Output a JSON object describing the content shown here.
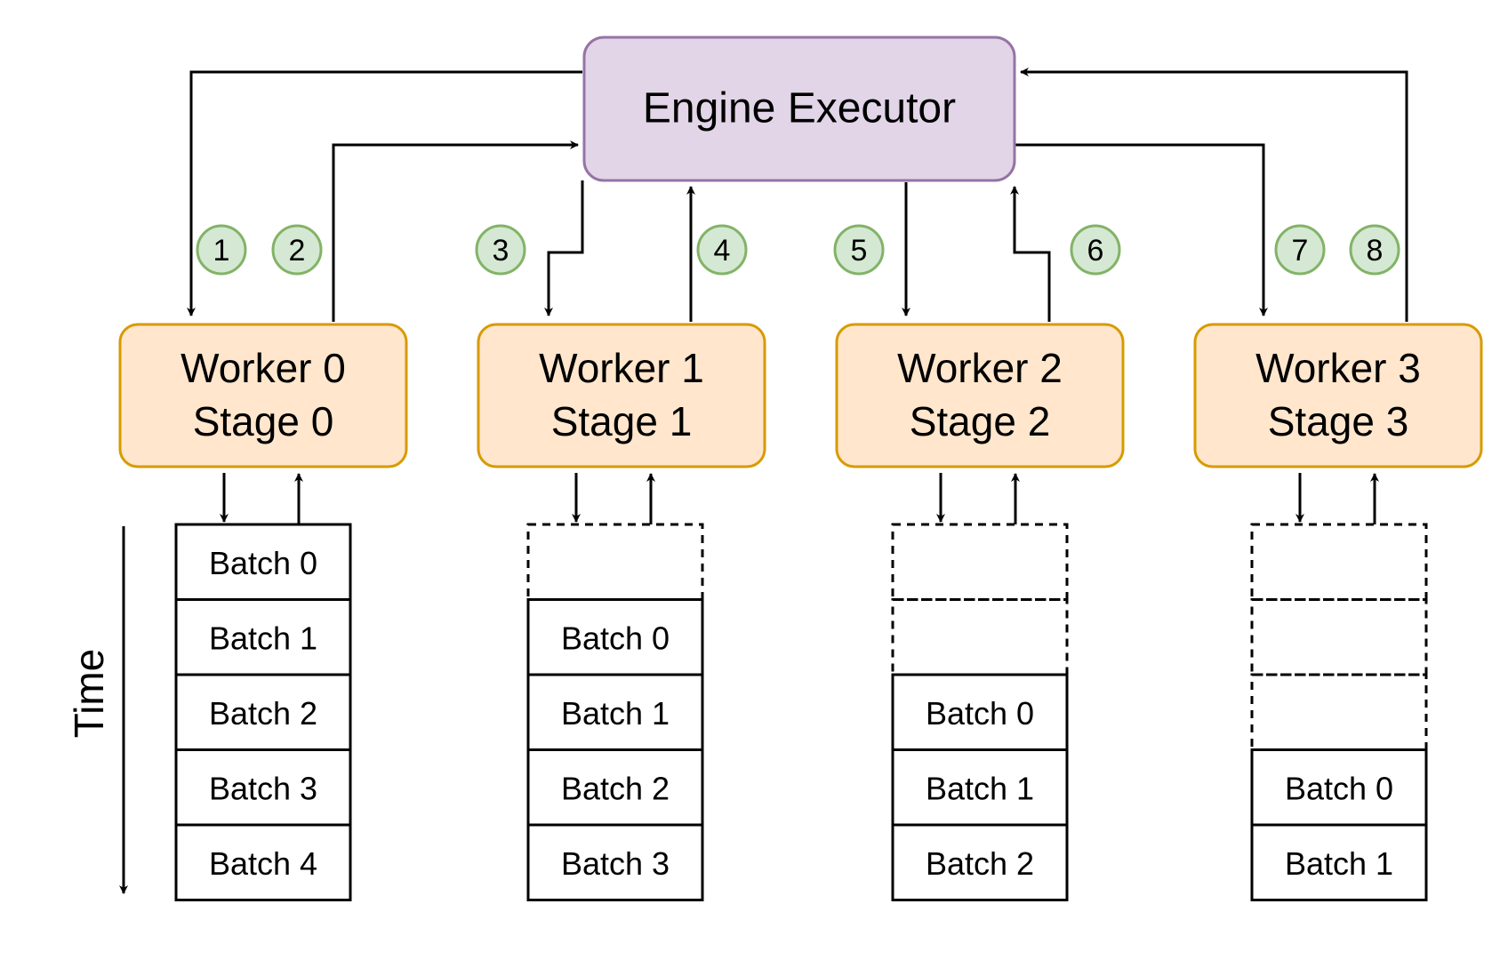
{
  "engine": {
    "label": "Engine Executor",
    "fill": "#e1d5e7",
    "stroke": "#9673a6"
  },
  "worker_style": {
    "fill": "#ffe6cc",
    "stroke": "#d79b00"
  },
  "step_style": {
    "fill": "#d5e8d4",
    "stroke": "#82b366"
  },
  "time_label": "Time",
  "steps": [
    "1",
    "2",
    "3",
    "4",
    "5",
    "6",
    "7",
    "8"
  ],
  "workers": [
    {
      "line1": "Worker 0",
      "line2": "Stage 0",
      "empty_slots": 0,
      "batches": [
        "Batch 0",
        "Batch 1",
        "Batch 2",
        "Batch 3",
        "Batch 4"
      ]
    },
    {
      "line1": "Worker 1",
      "line2": "Stage 1",
      "empty_slots": 1,
      "batches": [
        "Batch 0",
        "Batch 1",
        "Batch 2",
        "Batch 3"
      ]
    },
    {
      "line1": "Worker 2",
      "line2": "Stage 2",
      "empty_slots": 2,
      "batches": [
        "Batch 0",
        "Batch 1",
        "Batch 2"
      ]
    },
    {
      "line1": "Worker 3",
      "line2": "Stage 3",
      "empty_slots": 3,
      "batches": [
        "Batch 0",
        "Batch 1"
      ]
    }
  ]
}
